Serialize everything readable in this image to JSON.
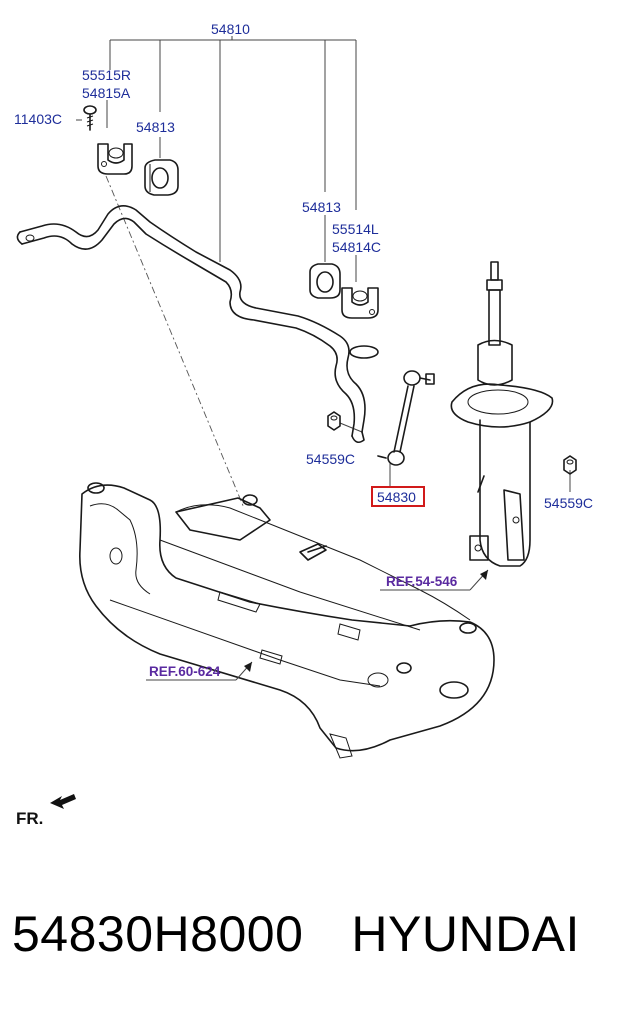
{
  "labels": {
    "l54810": "54810",
    "l55515R": "55515R",
    "l54815A": "54815A",
    "l11403C": "11403C",
    "l54813a": "54813",
    "l54813b": "54813",
    "l55514L": "55514L",
    "l54814C": "54814C",
    "l54559Ca": "54559C",
    "l54830": "54830",
    "l54559Cb": "54559C",
    "ref54546": "REF.54-546",
    "ref60624": "REF.60-624",
    "fr": "FR."
  },
  "highlight_color": "#d11a1a",
  "footer": {
    "part_number": "54830H8000",
    "brand": "HYUNDAI"
  }
}
